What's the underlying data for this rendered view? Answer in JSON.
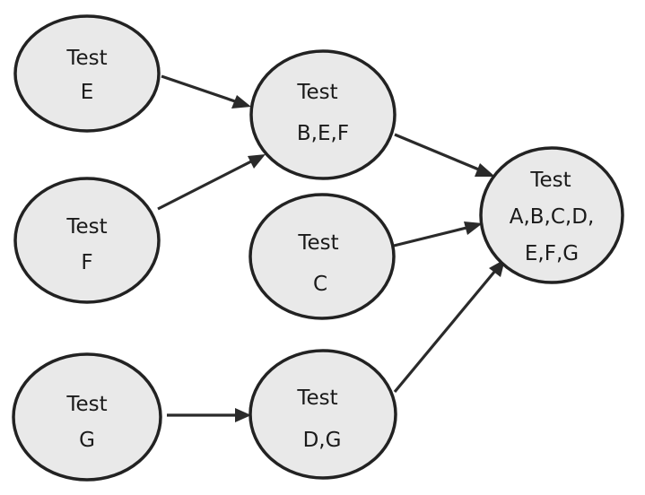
{
  "nodes": {
    "e": {
      "lines": [
        "Test",
        "E"
      ]
    },
    "f": {
      "lines": [
        "Test",
        "F"
      ]
    },
    "g": {
      "lines": [
        "Test",
        "G"
      ]
    },
    "bef": {
      "lines": [
        "Test",
        "B,E,F"
      ]
    },
    "c": {
      "lines": [
        "Test",
        "C"
      ]
    },
    "dg": {
      "lines": [
        "Test",
        "D,G"
      ]
    },
    "all": {
      "lines": [
        "Test",
        "A,B,C,D,",
        "E,F,G"
      ]
    }
  },
  "colors": {
    "node_fill": "#e9e9e9",
    "node_stroke": "#222222",
    "edge": "#2a2a2a",
    "text": "#1a1a1a"
  }
}
